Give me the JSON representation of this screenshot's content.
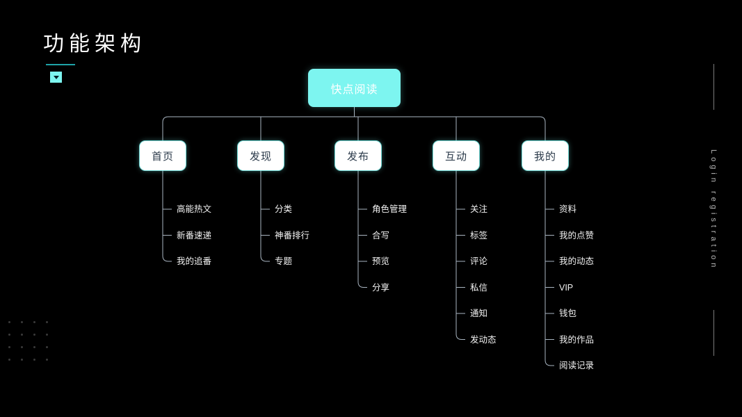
{
  "meta": {
    "background_color": "#000000",
    "accent_color": "#7df5f0",
    "rule_color": "#1fa3a8",
    "connector_color": "#aab6c2",
    "leaf_text_color": "#f2f2f2",
    "node_text_color": "#2b3a4a"
  },
  "header": {
    "title": "功能架构",
    "dropdown_icon": "caret-down-icon"
  },
  "side_rail": {
    "text": "Login registration"
  },
  "chart_data": {
    "type": "diagram",
    "title": "功能架构",
    "root": "快点阅读",
    "branches": [
      {
        "label": "首页",
        "children": [
          "高能热文",
          "新番速递",
          "我的追番"
        ]
      },
      {
        "label": "发现",
        "children": [
          "分类",
          "神番排行",
          "专题"
        ]
      },
      {
        "label": "发布",
        "children": [
          "角色管理",
          "合写",
          "预览",
          "分享"
        ]
      },
      {
        "label": "互动",
        "children": [
          "关注",
          "标签",
          "评论",
          "私信",
          "通知",
          "发动态"
        ]
      },
      {
        "label": "我的",
        "children": [
          "资料",
          "我的点赞",
          "我的动态",
          "VIP",
          "钱包",
          "我的作品",
          "阅读记录"
        ]
      }
    ]
  },
  "decoration": {
    "dot_grid_rows": 4,
    "dot_grid_cols": 4
  }
}
